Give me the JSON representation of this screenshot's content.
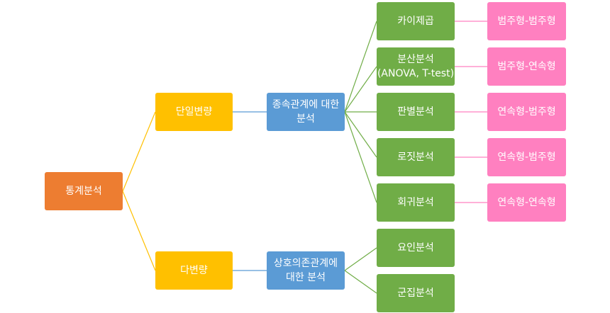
{
  "diagram": {
    "root": "통계분석",
    "level1": [
      "단일변량",
      "다변량"
    ],
    "level2": [
      "종속관계에 대한\n분석",
      "상호의존관계에\n대한 분석"
    ],
    "level3": [
      "카이제곱",
      "분산분석\n(ANOVA, T-test)",
      "판별분석",
      "로짓분석",
      "회귀분석",
      "요인분석",
      "군집분석"
    ],
    "level4": [
      "범주형-범주형",
      "범주형-연속형",
      "연속형-범주형",
      "연속형-범주형",
      "연속형-연속형"
    ]
  },
  "colors": {
    "root": "#ed7d31",
    "level1": "#ffc000",
    "level2": "#5b9bd5",
    "level3": "#70ad47",
    "level4": "#ff80c0"
  }
}
